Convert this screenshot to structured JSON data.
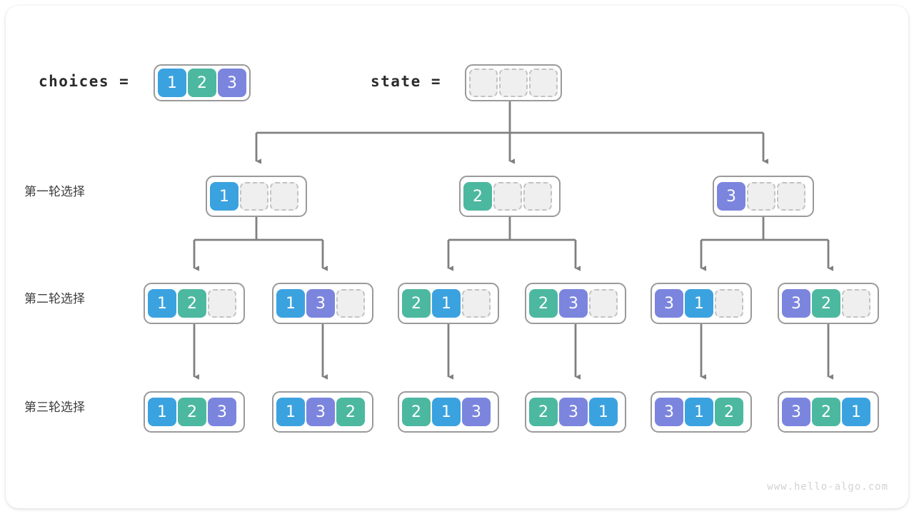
{
  "figure": {
    "watermark": "www.hello-algo.com",
    "colors": {
      "value_1": "#3ba2e0",
      "value_2": "#4cb8a0",
      "value_3": "#7b85de",
      "empty_cell": "#efefef",
      "box_border": "#9a9a9a",
      "wire": "#808080"
    }
  },
  "header": {
    "choices_label": "choices =",
    "choices_values": [
      "1",
      "2",
      "3"
    ],
    "state_label": "state =",
    "state_values": [
      "",
      "",
      ""
    ]
  },
  "rows": [
    {
      "label": "第一轮选择",
      "nodes": [
        {
          "values": [
            "1",
            "",
            ""
          ]
        },
        {
          "values": [
            "2",
            "",
            ""
          ]
        },
        {
          "values": [
            "3",
            "",
            ""
          ]
        }
      ]
    },
    {
      "label": "第二轮选择",
      "nodes": [
        {
          "values": [
            "1",
            "2",
            ""
          ]
        },
        {
          "values": [
            "1",
            "3",
            ""
          ]
        },
        {
          "values": [
            "2",
            "1",
            ""
          ]
        },
        {
          "values": [
            "2",
            "3",
            ""
          ]
        },
        {
          "values": [
            "3",
            "1",
            ""
          ]
        },
        {
          "values": [
            "3",
            "2",
            ""
          ]
        }
      ]
    },
    {
      "label": "第三轮选择",
      "nodes": [
        {
          "values": [
            "1",
            "2",
            "3"
          ]
        },
        {
          "values": [
            "1",
            "3",
            "2"
          ]
        },
        {
          "values": [
            "2",
            "1",
            "3"
          ]
        },
        {
          "values": [
            "2",
            "3",
            "1"
          ]
        },
        {
          "values": [
            "3",
            "1",
            "2"
          ]
        },
        {
          "values": [
            "3",
            "2",
            "1"
          ]
        }
      ]
    }
  ]
}
